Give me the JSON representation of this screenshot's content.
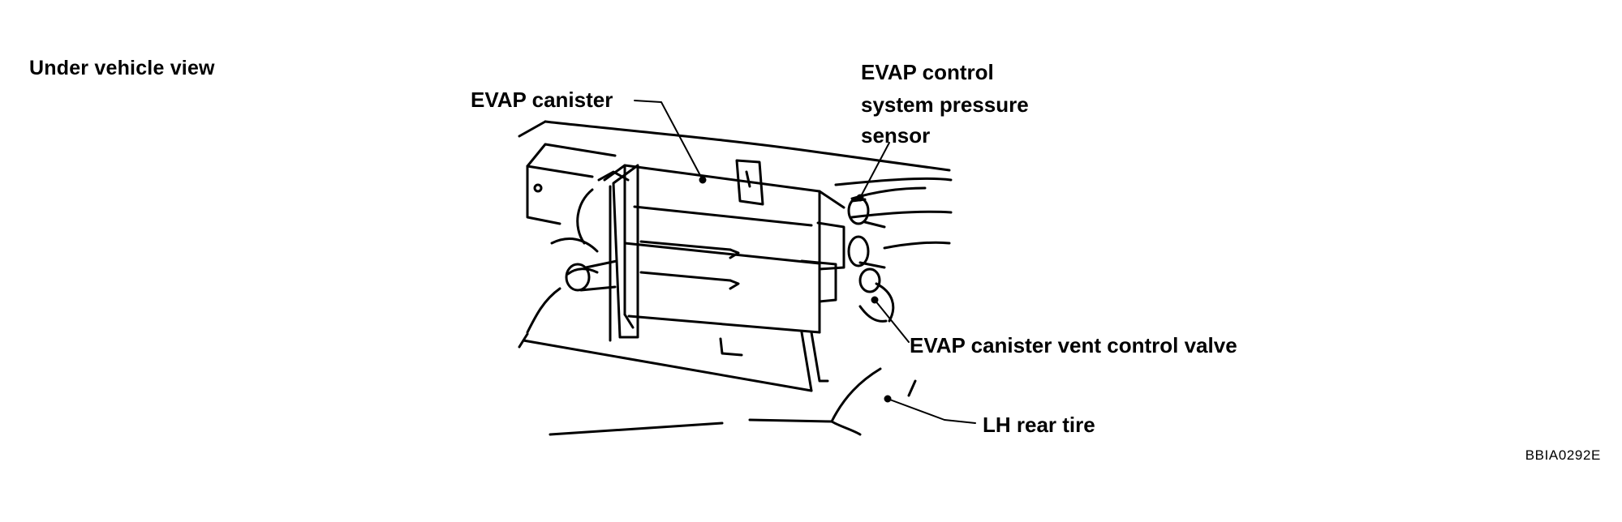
{
  "figure": {
    "view_title": "Under vehicle view",
    "code": "BBIA0292E"
  },
  "callouts": {
    "canister": "EVAP canister",
    "pressure_sensor_line1": "EVAP control",
    "pressure_sensor_line2": "system pressure",
    "pressure_sensor_line3": "sensor",
    "vent_valve": "EVAP canister vent control valve",
    "rear_tire": "LH rear tire"
  },
  "colors": {
    "ink": "#000000",
    "background": "#ffffff"
  }
}
